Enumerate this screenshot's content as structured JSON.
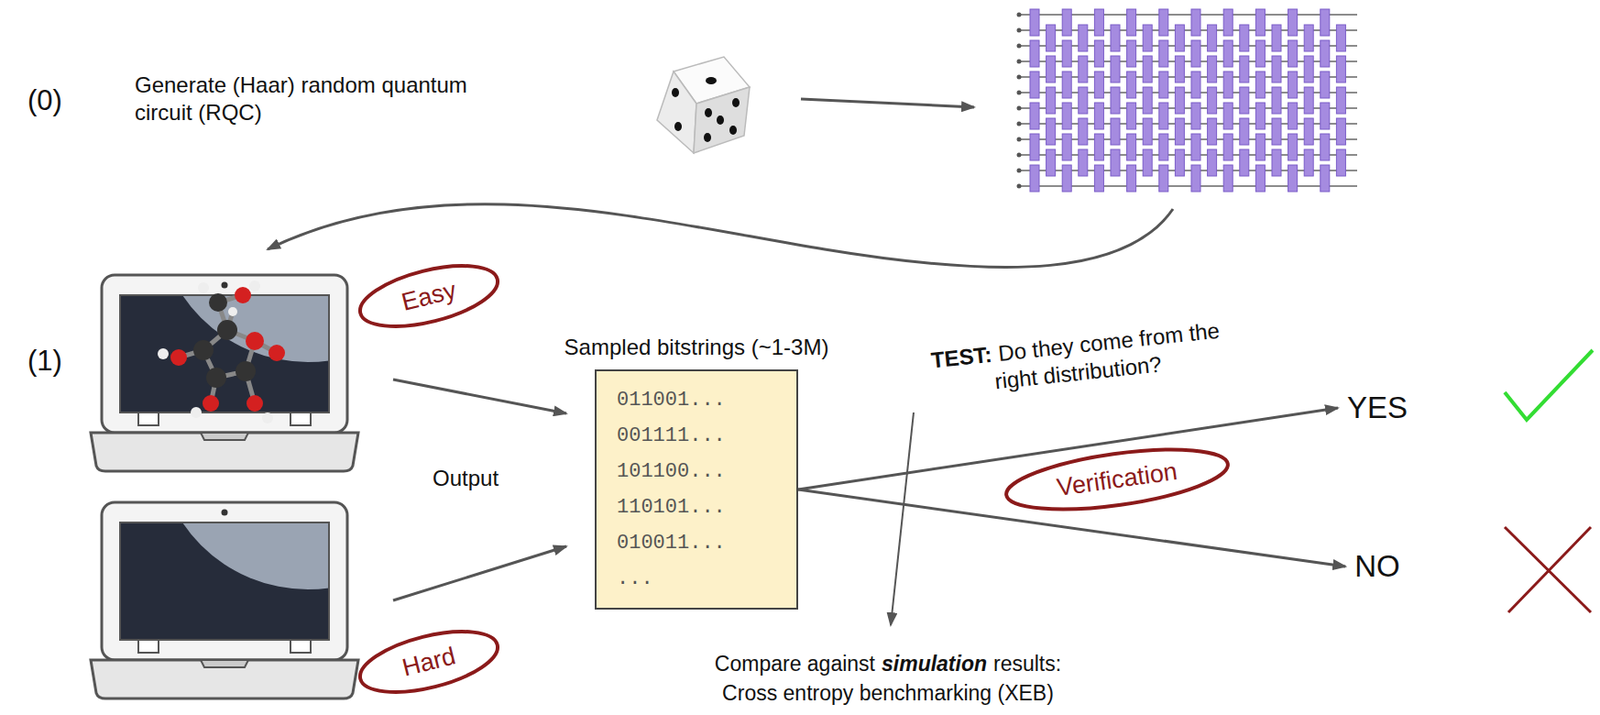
{
  "diagram": {
    "nodes": [
      {
        "text": [
          "Easy"
        ]
      },
      {
        "text": [
          "Sampled bitstrings (~1-3M)",
          "011001... 001111... 101100... 110101... 010011... ..."
        ]
      },
      {
        "text": [
          "YES"
        ]
      },
      {
        "text": [
          "Verification"
        ]
      },
      {
        "text": [
          "NO"
        ]
      },
      {
        "text": [
          "Hard"
        ]
      }
    ],
    "edges": [
      {
        "from": 1,
        "to": 2,
        "arrow": "to"
      },
      {
        "from": 1,
        "to": 4,
        "arrow": "to"
      }
    ],
    "labels": [
      "(0)",
      "Generate (Haar) random quantum circuit (RQC)",
      "(1)",
      "Output",
      "TEST:",
      "Do they come from the right distribution?",
      "Compare against",
      "simulation",
      "results:",
      "Cross entropy benchmarking (XEB)"
    ]
  }
}
